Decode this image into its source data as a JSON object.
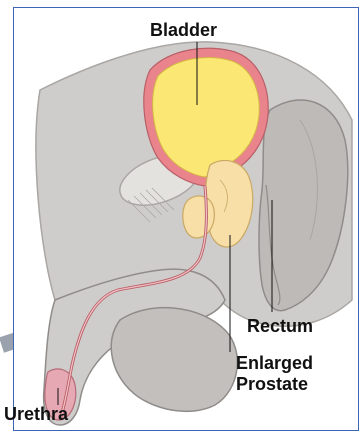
{
  "labels": {
    "bladder": "Bladder",
    "rectum": "Rectum",
    "prostate_line1": "Enlarged",
    "prostate_line2": "Prostate",
    "urethra": "Urethra"
  },
  "colors": {
    "frame": "#3f63b5",
    "tissue": "#cfcdcb",
    "tissue_dark": "#a9a6a3",
    "bladder_fill": "#fbe774",
    "bladder_wall": "#e9848c",
    "prostate": "#f8dfa8",
    "bone": "#e4e2df"
  }
}
